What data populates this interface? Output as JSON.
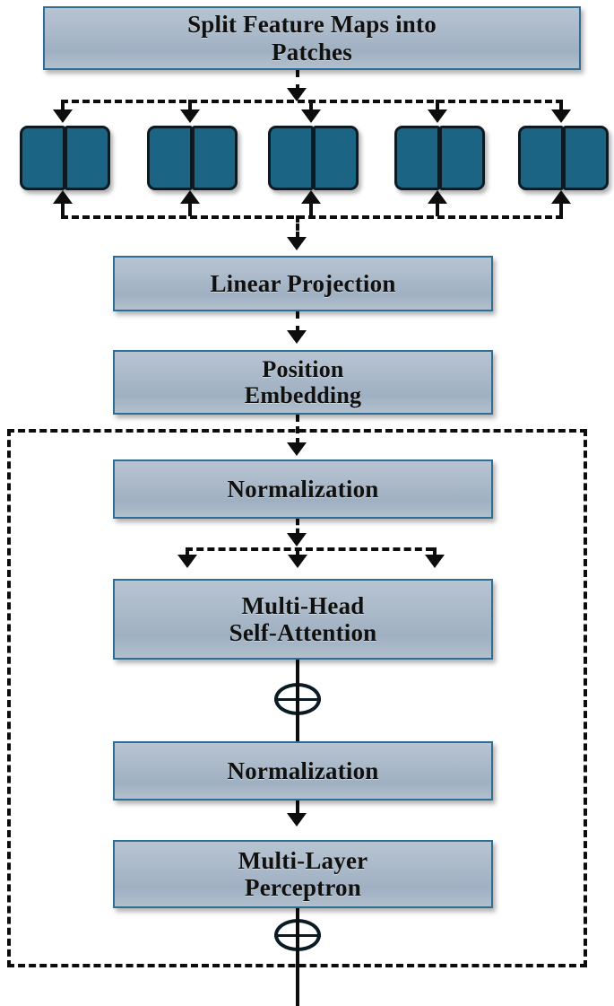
{
  "diagram": {
    "title": "Vision Transformer (ViT) encoder pipeline",
    "colors": {
      "box_border": "#2f6c96",
      "box_fill_top": "#b7c4d2",
      "box_fill_bottom": "#9fb0c2",
      "patch_fill": "#1b6483",
      "patch_border": "#0c1a22",
      "line": "#0d0d0d",
      "background": "#ffffff"
    },
    "blocks": [
      {
        "id": "split",
        "label": "Split Feature Maps into\nPatches"
      },
      {
        "id": "linear",
        "label": "Linear Projection"
      },
      {
        "id": "position",
        "label": "Position\nEmbedding"
      },
      {
        "id": "norm1",
        "label": "Normalization"
      },
      {
        "id": "mhsa",
        "label": "Multi-Head\nSelf-Attention"
      },
      {
        "id": "norm2",
        "label": "Normalization"
      },
      {
        "id": "mlp",
        "label": "Multi-Layer\nPerceptron"
      }
    ],
    "patch_tokens": [
      {
        "id": "patch-1",
        "label": "patch-token-1"
      },
      {
        "id": "patch-2",
        "label": "patch-token-2"
      },
      {
        "id": "patch-3",
        "label": "patch-token-3"
      },
      {
        "id": "patch-4",
        "label": "patch-token-4"
      },
      {
        "id": "patch-5",
        "label": "patch-token-5"
      }
    ],
    "operators": [
      {
        "id": "residual-add-1",
        "symbol": "+",
        "name": "residual-add-after-attention"
      },
      {
        "id": "residual-add-2",
        "symbol": "+",
        "name": "residual-add-after-mlp"
      }
    ],
    "encoder_block": {
      "name": "transformer-encoder-block",
      "style": "dashed"
    }
  }
}
